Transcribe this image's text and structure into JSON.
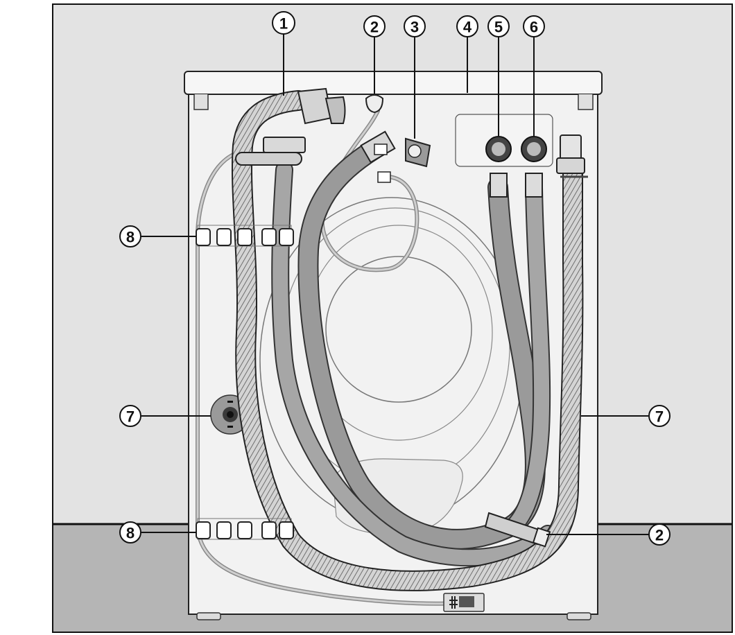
{
  "diagram": {
    "colors": {
      "background": "#e3e3e3",
      "floor": "#b5b5b5",
      "machine_body": "#f2f2f2",
      "hose_dark": "#8f8f8f",
      "hose_light": "#c9c9c9",
      "outline": "#111111"
    },
    "callouts": {
      "c1": "1",
      "c2_top": "2",
      "c3": "3",
      "c4": "4",
      "c5": "5",
      "c6": "6",
      "c7_left": "7",
      "c7_right": "7",
      "c8_upper": "8",
      "c8_lower": "8",
      "c2_bottom": "2"
    }
  }
}
